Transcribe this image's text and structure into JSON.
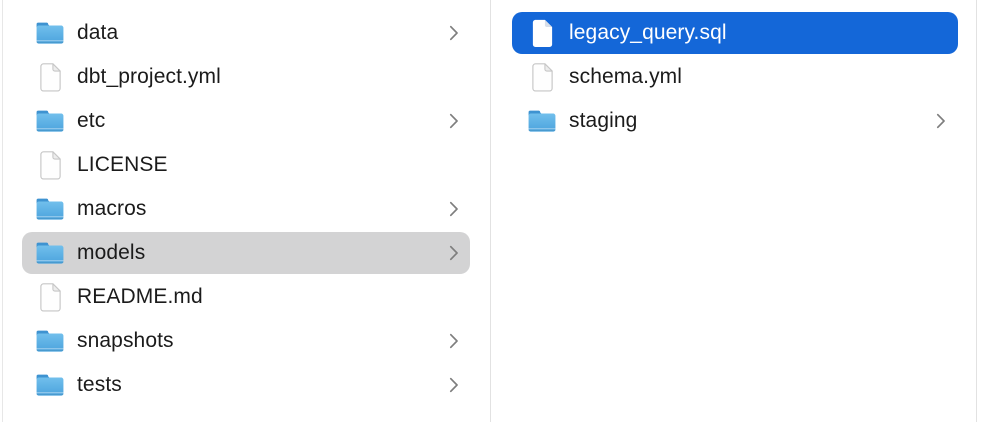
{
  "colors": {
    "selection_blue": "#1467d8",
    "selection_gray": "#d3d3d4",
    "text": "#1b1b1b",
    "selected_text": "#ffffff",
    "chevron_gray": "#7e7e7e",
    "divider": "#e2e2e2",
    "folder_tab_blue": "#3e93d1",
    "folder_body_blue_top": "#71bfec",
    "folder_body_blue_bottom": "#4ba3dd"
  },
  "columns": [
    {
      "items": [
        {
          "label": "data",
          "type": "folder",
          "selected": false,
          "chevron": true
        },
        {
          "label": "dbt_project.yml",
          "type": "file",
          "selected": false,
          "chevron": false
        },
        {
          "label": "etc",
          "type": "folder",
          "selected": false,
          "chevron": true
        },
        {
          "label": "LICENSE",
          "type": "file",
          "selected": false,
          "chevron": false
        },
        {
          "label": "macros",
          "type": "folder",
          "selected": false,
          "chevron": true
        },
        {
          "label": "models",
          "type": "folder",
          "selected": true,
          "chevron": true
        },
        {
          "label": "README.md",
          "type": "file",
          "selected": false,
          "chevron": false
        },
        {
          "label": "snapshots",
          "type": "folder",
          "selected": false,
          "chevron": true
        },
        {
          "label": "tests",
          "type": "folder",
          "selected": false,
          "chevron": true
        }
      ]
    },
    {
      "items": [
        {
          "label": "legacy_query.sql",
          "type": "file",
          "selected": true,
          "chevron": false
        },
        {
          "label": "schema.yml",
          "type": "file",
          "selected": false,
          "chevron": false
        },
        {
          "label": "staging",
          "type": "folder",
          "selected": false,
          "chevron": true
        }
      ]
    }
  ]
}
